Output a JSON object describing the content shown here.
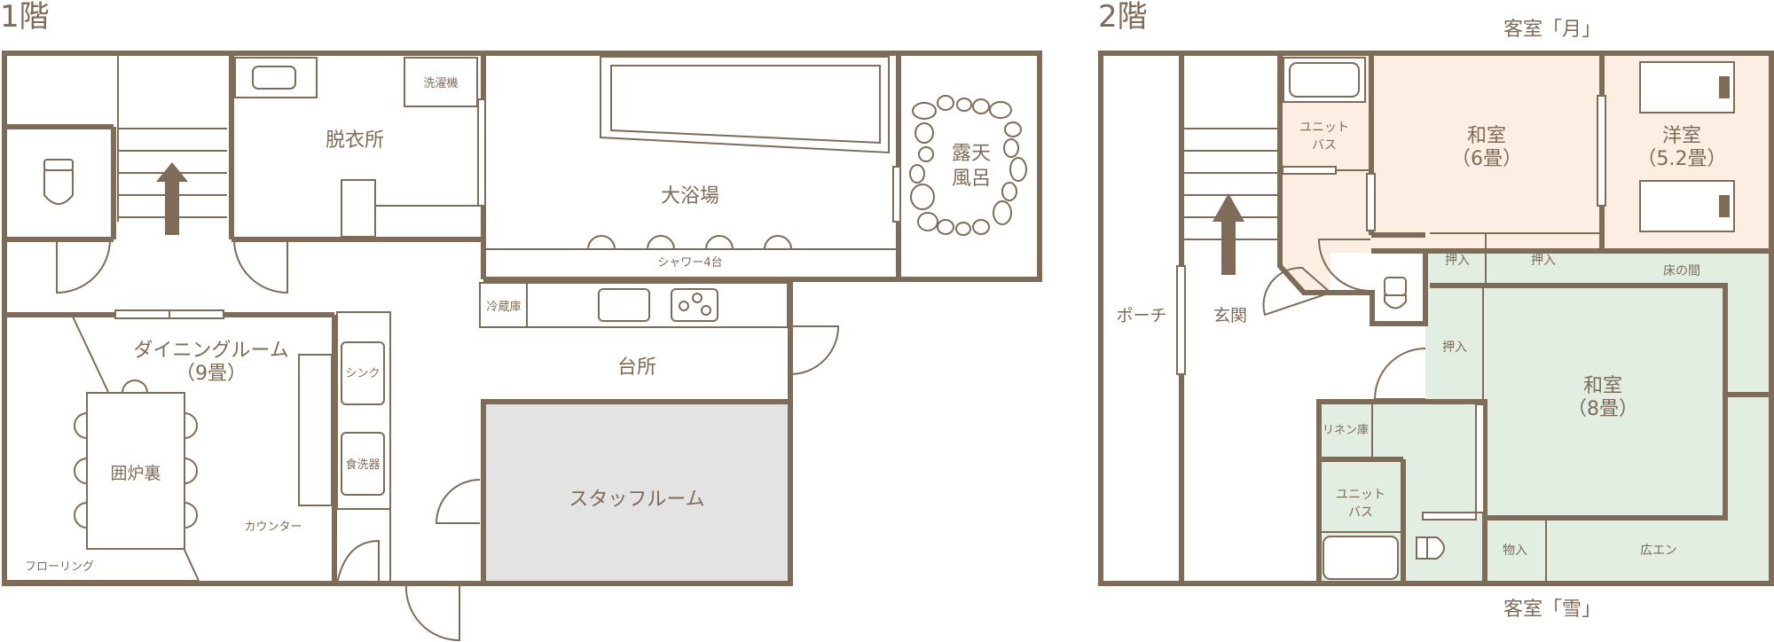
{
  "colors": {
    "wall": "#7e6b58",
    "room_tsuki": "#fdeee3",
    "room_yuki": "#e1eee1",
    "staff_room": "#e3e3e3",
    "background": "#ffffff"
  },
  "floor1": {
    "title": "1階",
    "rooms": {
      "dressing": "脱衣所",
      "washer": "洗濯機",
      "bath": "大浴場",
      "shower": "シャワー4台",
      "outdoor_bath_1": "露天",
      "outdoor_bath_2": "風呂",
      "fridge": "冷蔵庫",
      "kitchen": "台所",
      "dining": "ダイニングルーム",
      "dining_size": "（9畳）",
      "sink": "シンク",
      "dishwasher": "食洗器",
      "irori": "囲炉裏",
      "counter": "カウンター",
      "flooring": "フローリング",
      "staff": "スタッフルーム"
    }
  },
  "floor2": {
    "title": "2階",
    "guest_room_tsuki": "客室「月」",
    "guest_room_yuki": "客室「雪」",
    "rooms": {
      "porch": "ポーチ",
      "entrance": "玄関",
      "unit_bath_a_1": "ユニット",
      "unit_bath_a_2": "バス",
      "washitsu6": "和室",
      "washitsu6_size": "（6畳）",
      "yoshitsu": "洋室",
      "yoshitsu_size": "（5.2畳）",
      "oshiire": "押入",
      "tokonoma": "床の間",
      "washitsu8": "和室",
      "washitsu8_size": "（8畳）",
      "linen": "リネン庫",
      "unit_bath_b_1": "ユニット",
      "unit_bath_b_2": "バス",
      "storage": "物入",
      "hiroen": "広エン"
    }
  }
}
